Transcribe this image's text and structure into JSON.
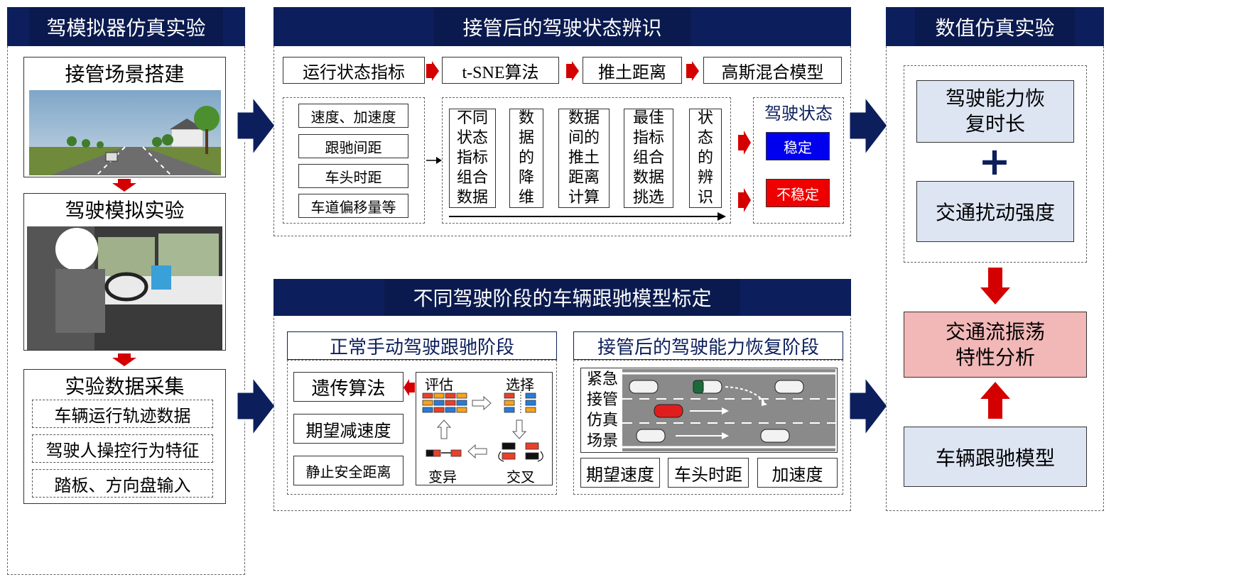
{
  "left": {
    "title": "驾模拟器仿真实验",
    "scene_title": "接管场景搭建",
    "sim_title": "驾驶模拟实验",
    "collect_title": "实验数据采集",
    "collect_items": [
      "车辆运行轨迹数据",
      "驾驶人操控行为特征",
      "踏板、方向盘输入"
    ]
  },
  "top": {
    "title": "接管后的驾驶状态辨识",
    "steps": [
      "运行状态指标",
      "t-SNE算法",
      "推土距离",
      "高斯混合模型"
    ],
    "indicators": [
      "速度、加速度",
      "跟驰间距",
      "车头时距",
      "车道偏移量等"
    ],
    "process_cols": [
      "不同状态指标组合数据",
      "数据的降维",
      "数据间的推土距离计算",
      "最佳指标组合数据挑选",
      "状态的辨识"
    ],
    "state_title": "驾驶状态",
    "stable": "稳定",
    "unstable": "不稳定"
  },
  "bottom": {
    "title": "不同驾驶阶段的车辆跟驰模型标定",
    "normal_title": "正常手动驾驶跟驰阶段",
    "ga_items": [
      "遗传算法",
      "期望减速度",
      "静止安全距离"
    ],
    "ga_cycle": {
      "evaluate": "评估",
      "select": "选择",
      "mutate": "变异",
      "cross": "交叉"
    },
    "takeover_title": "接管后的驾驶能力恢复阶段",
    "scene_label": "紧急接管仿真场景",
    "params": [
      "期望速度",
      "车头时距",
      "加速度"
    ]
  },
  "right": {
    "title": "数值仿真实验",
    "recovery": "驾驶能力恢复时长",
    "plus": "+",
    "disturb": "交通扰动强度",
    "oscillation": "交通流振荡特性分析",
    "car_following": "车辆跟驰模型"
  },
  "colors": {
    "navy": "#0c1f5c",
    "stable": "#0000ee",
    "unstable": "#ee0000",
    "arrow_red": "#d40000"
  }
}
